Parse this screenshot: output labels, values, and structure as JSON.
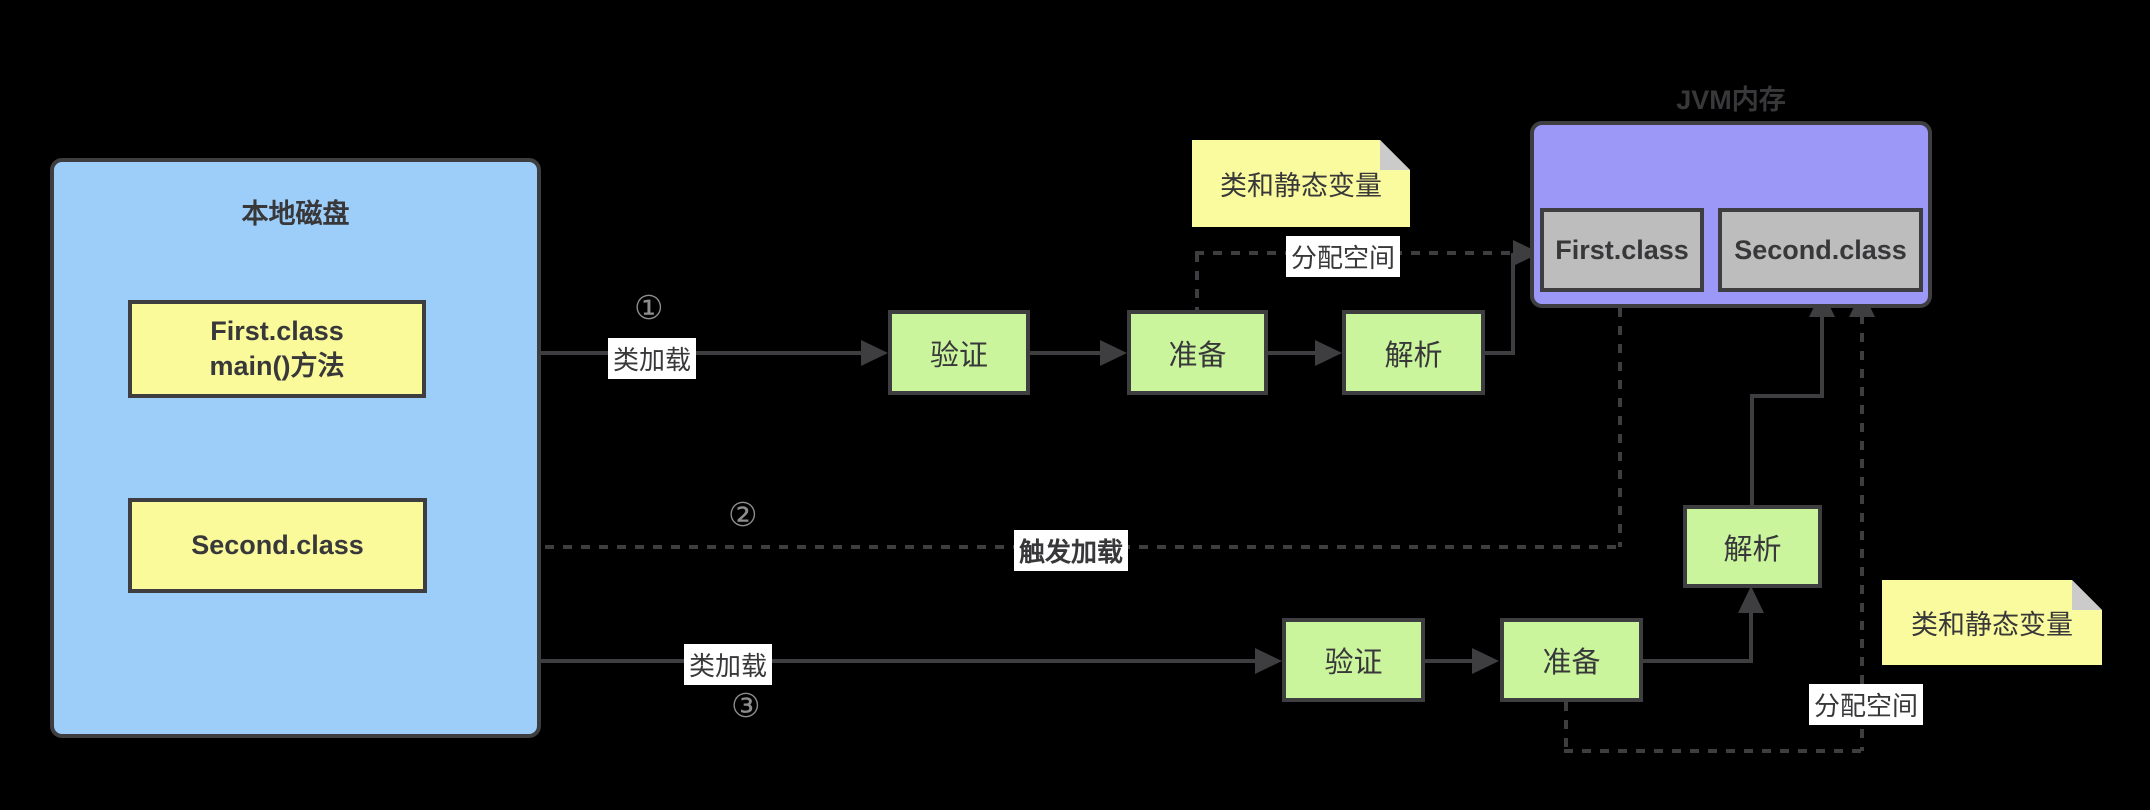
{
  "disk": {
    "title": "本地磁盘",
    "first_class_line1": "First.class",
    "first_class_line2": "main()方法",
    "second_class": "Second.class"
  },
  "jvm": {
    "title": "JVM内存",
    "first_class": "First.class",
    "second_class": "Second.class"
  },
  "flow_top": {
    "verify": "验证",
    "prepare": "准备",
    "resolve": "解析"
  },
  "flow_bottom": {
    "verify": "验证",
    "prepare": "准备",
    "resolve": "解析"
  },
  "labels": {
    "step1": "①",
    "step2": "②",
    "step3": "③",
    "class_load_top": "类加载",
    "class_load_bottom": "类加载",
    "trigger_load": "触发加载",
    "allocate_top": "分配空间",
    "allocate_bottom": "分配空间"
  },
  "notes": {
    "top": "类和静态变量",
    "bottom": "类和静态变量"
  },
  "colors": {
    "background": "#000000",
    "disk_fill": "#9DCEFA",
    "file_fill": "#FAFA9B",
    "stage_fill": "#CBF59D",
    "jvm_fill": "#9C98F8",
    "loaded_fill": "#BDBDBD",
    "note_fill": "#FAFA9E",
    "note_fold": "#CBCBCB",
    "line": "#3E3E40",
    "text": "#38383A",
    "chip_bg": "#FFFFFF",
    "step_color": "#8E8E8E"
  }
}
